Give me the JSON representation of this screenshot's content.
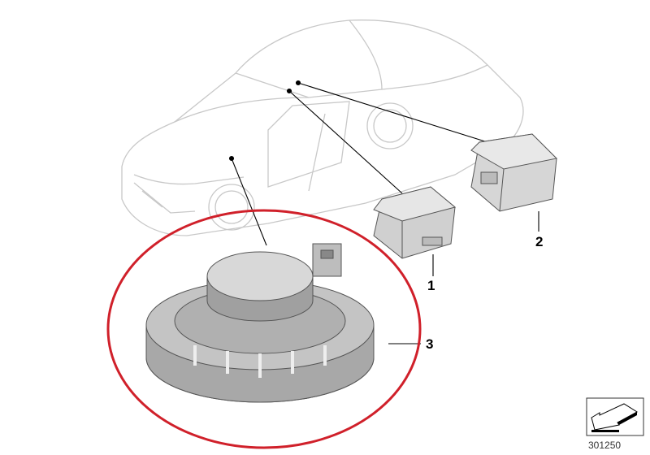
{
  "diagram": {
    "callouts": [
      {
        "number": "1",
        "part": "control-module-small"
      },
      {
        "number": "2",
        "part": "control-module-large"
      },
      {
        "number": "3",
        "part": "speaker-siren"
      }
    ],
    "highlight_color": "#d0202a",
    "reference_number": "301250",
    "icon": "arrow-bottom-left-icon"
  }
}
